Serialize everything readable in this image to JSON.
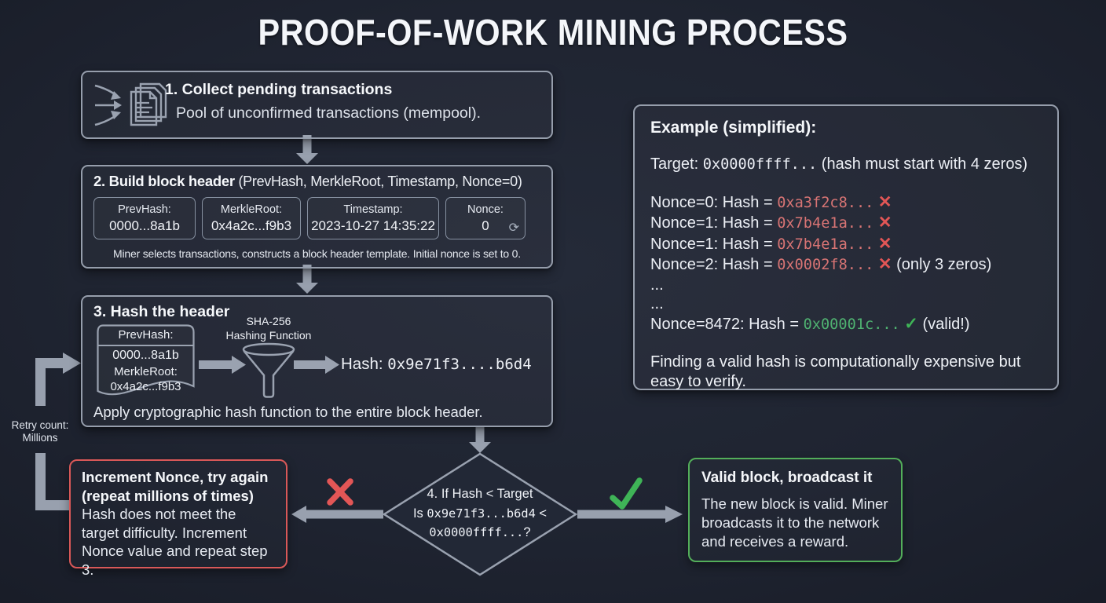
{
  "title": "PROOF-OF-WORK MINING PROCESS",
  "colors": {
    "background": "#1f2431",
    "box_border": "#969eac",
    "arrow": "#98a0ae",
    "fail_red": "#e25656",
    "fail_border": "#d95858",
    "hash_red": "#d87474",
    "valid_green": "#3fb457",
    "success_border": "#53ae5a",
    "hash_green": "#4fb271",
    "text": "#eef1f6"
  },
  "icons": {
    "fail_mark": "✕",
    "valid_mark": "✓",
    "refresh": "⟳"
  },
  "step1": {
    "title": "1. Collect pending transactions",
    "subtitle": "Pool of unconfirmed transactions (mempool)."
  },
  "step2": {
    "heading_bold": "2. Build block header",
    "heading_rest": " (PrevHash, MerkleRoot, Timestamp, Nonce=0)",
    "fields": [
      {
        "label": "PrevHash:",
        "value": "0000...8a1b"
      },
      {
        "label": "MerkleRoot:",
        "value": "0x4a2c...f9b3"
      },
      {
        "label": "Timestamp:",
        "value": "2023-10-27 14:35:22"
      },
      {
        "label": "Nonce:",
        "value": "0"
      }
    ],
    "caption": "Miner selects transactions, constructs a block header template. Initial nonce is set to 0."
  },
  "step3": {
    "title": "3. Hash the header",
    "doc_header": "PrevHash:",
    "doc_line1": "0000...8a1b",
    "doc_line2": "MerkleRoot:",
    "doc_line3": "0x4a2c...f9b3",
    "func_line1": "SHA-256",
    "func_line2": "Hashing Function",
    "hash_label": "Hash: ",
    "hash_value": "0x9e71f3....b6d4",
    "caption": "Apply cryptographic hash function to the entire block header."
  },
  "decision": {
    "line1": "4. If Hash < Target",
    "line2_prefix": "Is ",
    "line2_hex": "0x9e71f3...b6d4",
    "line2_suffix": " <",
    "line3_hex": "0x0000ffff...",
    "line3_suffix": "?"
  },
  "retry": {
    "line1": "Retry count:",
    "line2": "Millions"
  },
  "fail_box": {
    "title_line1": "Increment Nonce, try again",
    "title_line2": "(repeat millions of times)",
    "body": "Hash does not meet the target difficulty. Increment Nonce value and repeat step 3."
  },
  "success_box": {
    "title": "Valid block, broadcast it",
    "body": "The new block is valid. Miner broadcasts it to the network and receives a reward."
  },
  "example": {
    "title": "Example (simplified):",
    "target_prefix": "Target: ",
    "target_hex": "0x0000ffff...",
    "target_suffix": " (hash must start with 4 zeros)",
    "attempts": [
      {
        "prefix": "Nonce=0: Hash = ",
        "hex": "0xa3f2c8...",
        "note": ""
      },
      {
        "prefix": "Nonce=1: Hash = ",
        "hex": "0x7b4e1a...",
        "note": ""
      },
      {
        "prefix": "Nonce=1: Hash = ",
        "hex": "0x7b4e1a...",
        "note": ""
      },
      {
        "prefix": "Nonce=2: Hash = ",
        "hex": "0x0002f8...",
        "note": " (only 3 zeros)"
      }
    ],
    "ellipsis1": "...",
    "ellipsis2": "...",
    "valid": {
      "prefix": "Nonce=8472: Hash = ",
      "hex": "0x00001c...",
      "note": " (valid!)"
    },
    "closing": "Finding a valid hash is computationally expensive but easy to verify."
  }
}
